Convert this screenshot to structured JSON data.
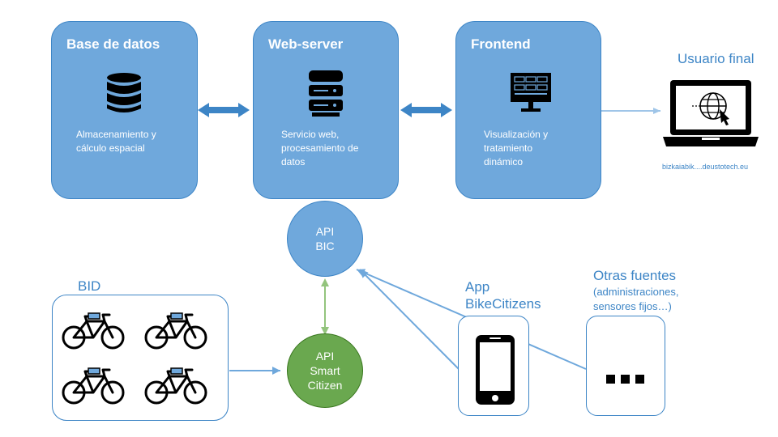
{
  "boxes": {
    "database": {
      "title": "Base de datos",
      "desc_line1": "Almacenamiento y",
      "desc_line2": "cálculo espacial"
    },
    "webserver": {
      "title": "Web-server",
      "desc_line1": "Servicio web,",
      "desc_line2": "procesamiento de",
      "desc_line3": "datos"
    },
    "frontend": {
      "title": "Frontend",
      "desc_line1": "Visualización y",
      "desc_line2": "tratamiento",
      "desc_line3": "dinámico"
    }
  },
  "end_user": {
    "title": "Usuario final",
    "url": "bizkaiabik....deustotech.eu"
  },
  "api_bic": {
    "line1": "API",
    "line2": "BIC"
  },
  "api_smart": {
    "line1": "API",
    "line2": "Smart",
    "line3": "Citizen"
  },
  "bid": {
    "label": "BID"
  },
  "app": {
    "line1": "App",
    "line2": "BikeCitizens"
  },
  "other": {
    "line1": "Otras fuentes",
    "line2": "(administraciones,",
    "line3": "sensores fijos…)",
    "ellipsis": "..."
  },
  "colors": {
    "box_fill": "#6fa8dc",
    "box_border": "#3d85c6",
    "green": "#6aa84f",
    "arrow": "#3d85c6"
  },
  "icons": [
    "database-icon",
    "server-icon",
    "monitor-icon",
    "laptop-globe-icon",
    "bicycle-icon",
    "smartphone-icon"
  ]
}
